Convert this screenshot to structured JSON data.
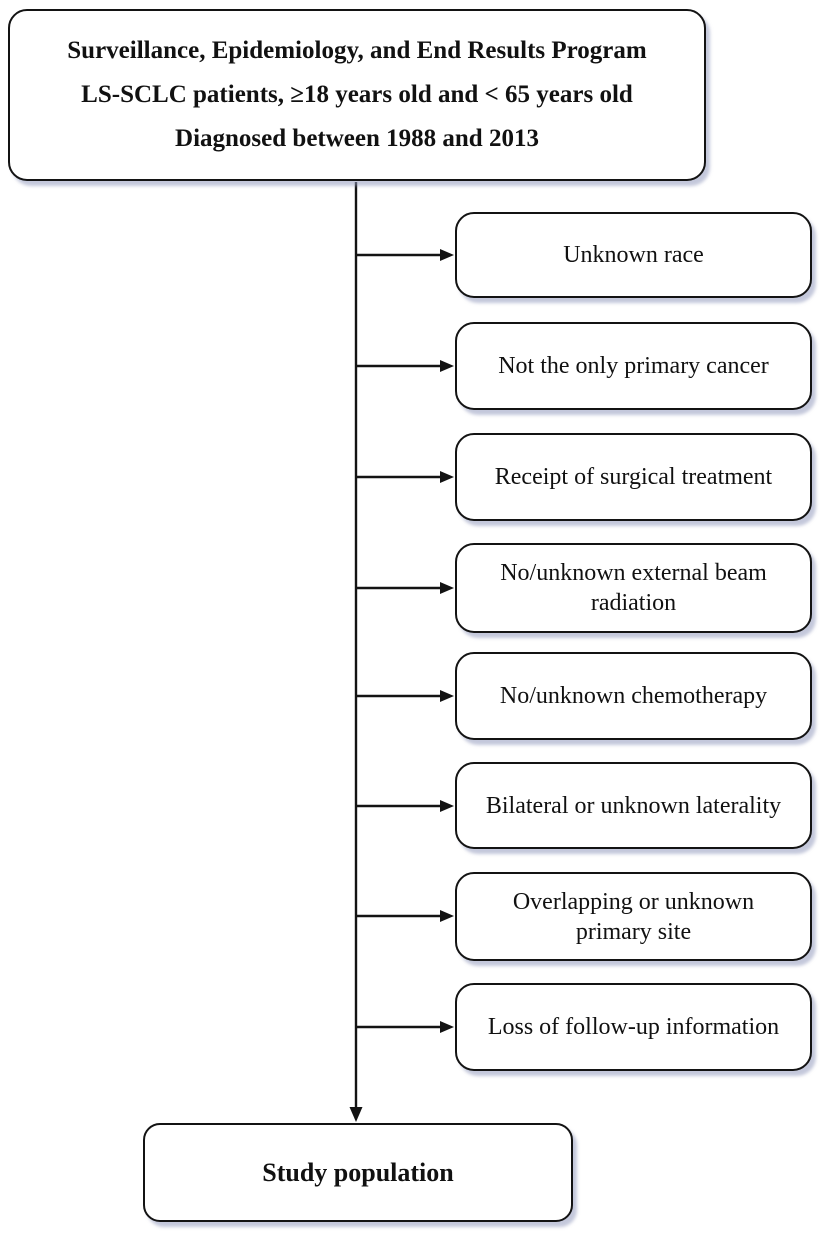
{
  "diagram": {
    "type": "flowchart",
    "source_box": {
      "lines": [
        "Surveillance, Epidemiology, and End Results Program",
        "LS-SCLC patients, ≥18 years old and < 65 years old",
        "Diagnosed between 1988 and 2013"
      ]
    },
    "exclusions": [
      {
        "label": "Unknown race"
      },
      {
        "label": "Not the only primary cancer"
      },
      {
        "label": "Receipt of surgical treatment"
      },
      {
        "label": "No/unknown external beam\nradiation"
      },
      {
        "label": "No/unknown chemotherapy"
      },
      {
        "label": "Bilateral or unknown laterality"
      },
      {
        "label": "Overlapping or unknown\nprimary site"
      },
      {
        "label": "Loss of follow-up information"
      }
    ],
    "result_box": {
      "label": "Study population"
    },
    "colors": {
      "border": "#131313",
      "line": "#131313",
      "shadow": "#949abe",
      "background": "#ffffff",
      "text": "#111111"
    }
  }
}
